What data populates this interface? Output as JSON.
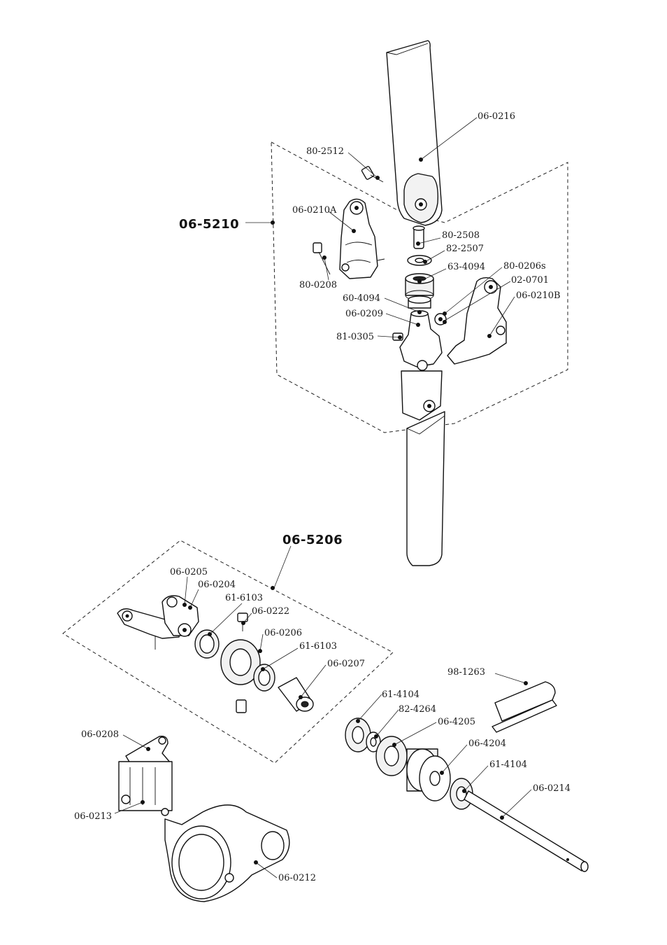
{
  "assemblies": {
    "head": "06-5210",
    "hub": "06-5206"
  },
  "labels": {
    "p06_0216": "06-0216",
    "p80_2512": "80-2512",
    "p06_0210A": "06-0210A",
    "p80_0208": "80-0208",
    "p80_2508": "80-2508",
    "p82_2507": "82-2507",
    "p63_4094": "63-4094",
    "p80_0206s": "80-0206s",
    "p02_0701": "02-0701",
    "p06_0210B": "06-0210B",
    "p60_4094": "60-4094",
    "p06_0209": "06-0209",
    "p81_0305": "81-0305",
    "p06_0205": "06-0205",
    "p06_0204": "06-0204",
    "p61_6103a": "61-6103",
    "p06_0222": "06-0222",
    "p06_0206": "06-0206",
    "p61_6103b": "61-6103",
    "p06_0207": "06-0207",
    "p98_1263": "98-1263",
    "p61_4104a": "61-4104",
    "p82_4264": "82-4264",
    "p06_4205": "06-4205",
    "p06_4204": "06-4204",
    "p61_4104b": "61-4104",
    "p06_0214": "06-0214",
    "p06_0208": "06-0208",
    "p06_0213": "06-0213",
    "p06_0212": "06-0212"
  }
}
